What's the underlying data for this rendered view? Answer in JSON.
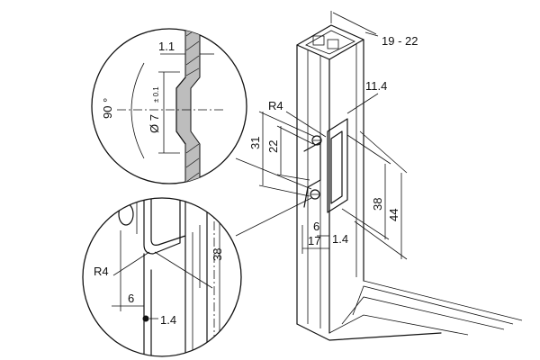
{
  "dimensions": {
    "profile_depth": "19 - 22",
    "offset": "11.4",
    "radius_top": "R4",
    "height_31": "31",
    "height_22": "22",
    "height_38": "38",
    "height_44": "44",
    "width_6": "6",
    "width_17": "17",
    "width_1_4": "1.4"
  },
  "detail_top": {
    "wall": "1.1",
    "angle": "90 °",
    "diameter": "Ø 7",
    "tolerance": "± 0.1"
  },
  "detail_bottom": {
    "radius": "R4",
    "width_6": "6",
    "width_1_4": "1.4",
    "height_38": "38"
  }
}
